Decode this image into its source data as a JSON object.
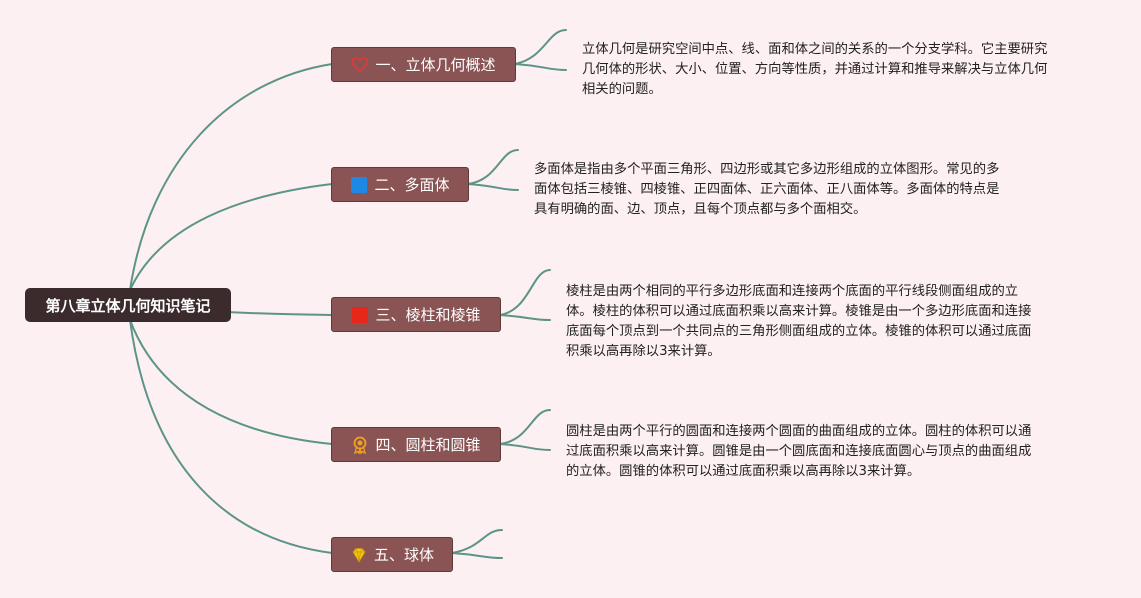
{
  "root": {
    "label": "第八章立体几何知识笔记"
  },
  "colors": {
    "background": "#fdf0f2",
    "line": "#5d9488",
    "root_fill": "#3b2b2d",
    "branch_fill": "#8a5454"
  },
  "branches": [
    {
      "label": "一、立体几何概述",
      "icon": "heart-outline-icon",
      "note": [
        "立体几何是研究空间中点、线、面和体之间的关系的一个分支学科。它主要研究",
        "几何体的形状、大小、位置、方向等性质，并通过计算和推导来解决与立体几何",
        "相关的问题。"
      ]
    },
    {
      "label": "二、多面体",
      "icon": "blue-square-icon",
      "note": [
        "多面体是指由多个平面三角形、四边形或其它多边形组成的立体图形。常见的多",
        "面体包括三棱锥、四棱锥、正四面体、正六面体、正八面体等。多面体的特点是",
        "具有明确的面、边、顶点，且每个顶点都与多个面相交。"
      ]
    },
    {
      "label": "三、棱柱和棱锥",
      "icon": "red-flag-icon",
      "note": [
        "棱柱是由两个相同的平行多边形底面和连接两个底面的平行线段侧面组成的立",
        "体。棱柱的体积可以通过底面积乘以高来计算。棱锥是由一个多边形底面和连接",
        "底面每个顶点到一个共同点的三角形侧面组成的立体。棱锥的体积可以通过底面",
        "积乘以高再除以3来计算。"
      ]
    },
    {
      "label": "四、圆柱和圆锥",
      "icon": "award-ribbon-icon",
      "note": [
        "圆柱是由两个平行的圆面和连接两个圆面的曲面组成的立体。圆柱的体积可以通",
        "过底面积乘以高来计算。圆锥是由一个圆底面和连接底面圆心与顶点的曲面组成",
        "的立体。圆锥的体积可以通过底面积乘以高再除以3来计算。"
      ]
    },
    {
      "label": "五、球体",
      "icon": "diamond-icon",
      "note": []
    }
  ]
}
